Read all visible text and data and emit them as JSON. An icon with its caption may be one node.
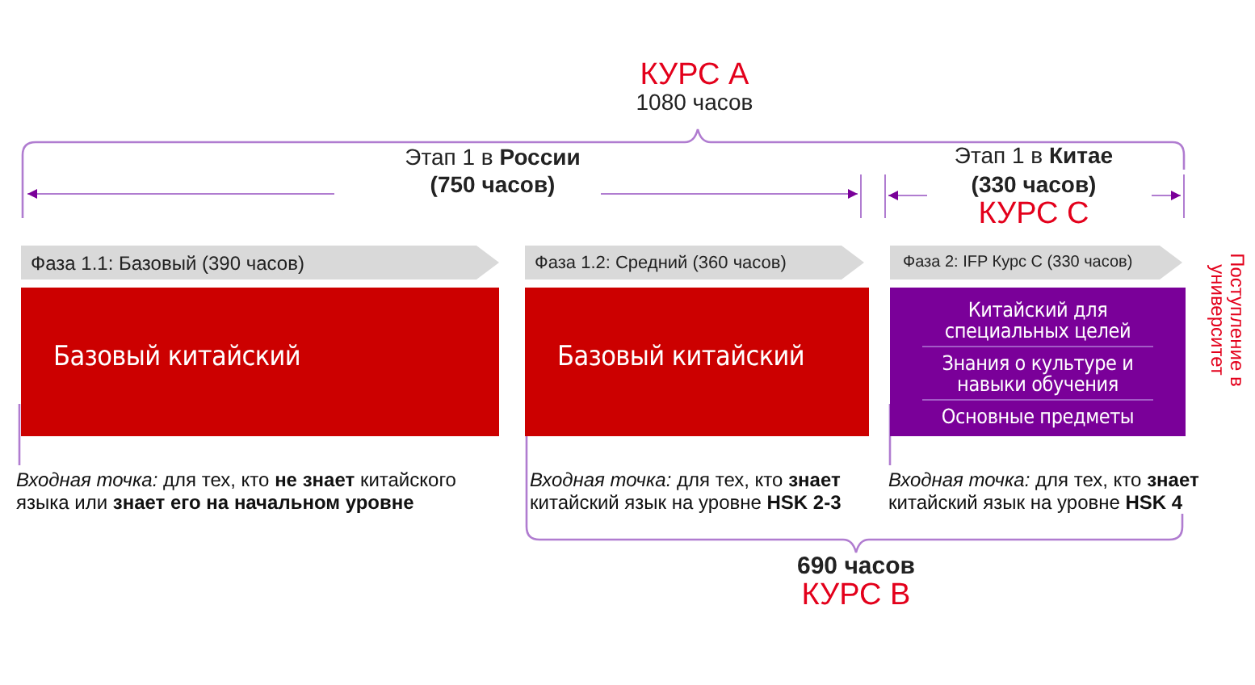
{
  "diagram": {
    "nodes": [
      {
        "text": [
          "Фаза 1.1: Базовый (390 часов)"
        ]
      },
      {
        "text": [
          "Базовый китайский"
        ],
        "beside": [
          "*Входная точка:* для тех, кто **не знает** китайского языка или **знает его на начальном уровне**"
        ]
      },
      {
        "text": [
          "Фаза 1.2: Средний (360 часов)"
        ]
      },
      {
        "text": [
          "Базовый китайский"
        ],
        "beside": [
          "*Входная точка:* для тех, кто **знает** китайский язык на уровне **HSK 2-3**"
        ]
      },
      {
        "text": [
          "Фаза 2: IFP Курс С (330 часов)"
        ]
      },
      {
        "text": [
          "Китайский для специальных целей",
          "Знания о культуре и навыки обучения",
          "Основные предметы"
        ],
        "beside": [
          "*Входная точка:* для тех, кто **знает** китайский язык на уровне **HSK 4**"
        ]
      }
    ],
    "labels": [
      "КУРС А",
      "1080 часов",
      "Этап 1 в **России**",
      "(750 часов)",
      "Этап 1 в **Китае**",
      "(330 часов)",
      "КУРС С",
      "Поступление в университет",
      "690 часов",
      "КУРС В"
    ]
  }
}
